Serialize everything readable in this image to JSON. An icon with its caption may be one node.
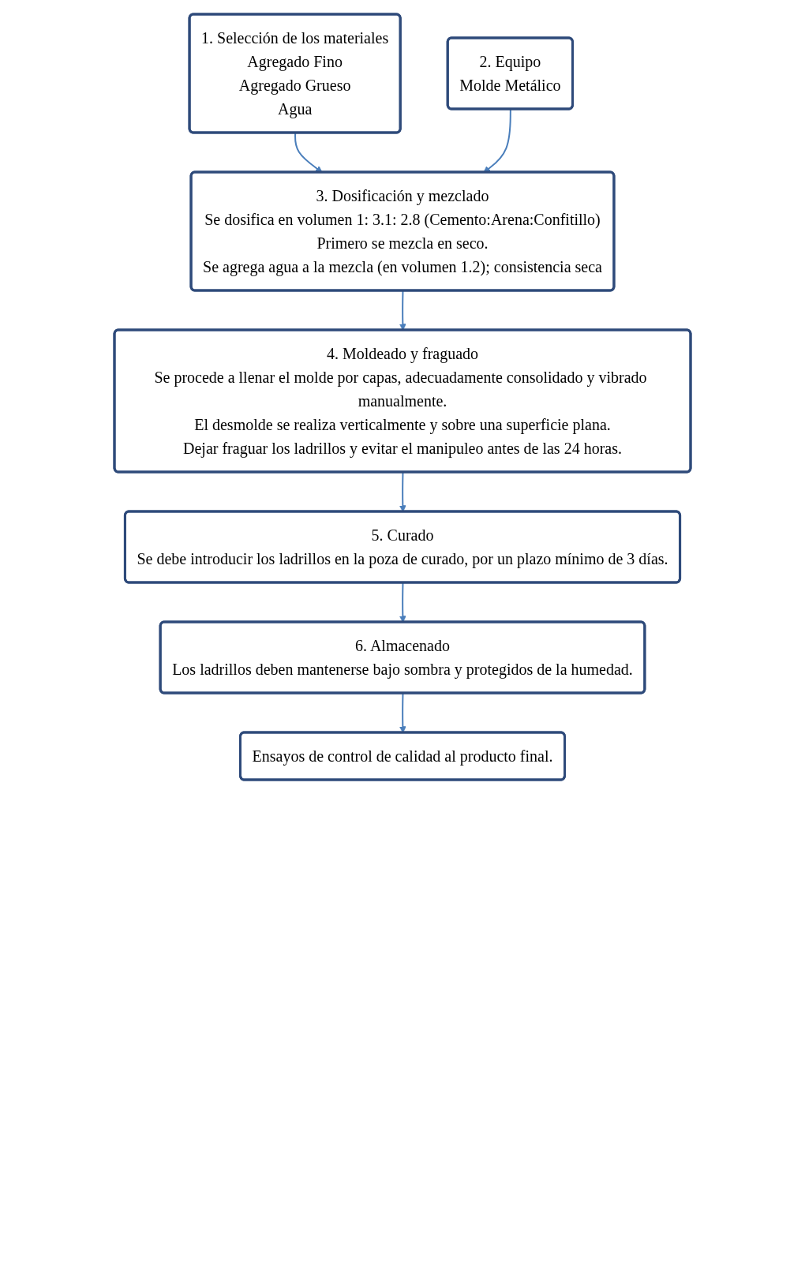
{
  "diagram": {
    "nodes": [
      {
        "text": [
          "1. Selección de los materiales",
          "Agregado Fino",
          "Agregado Grueso",
          "Agua"
        ]
      },
      {
        "text": [
          "2. Equipo",
          "Molde Metálico"
        ]
      },
      {
        "text": [
          "3. Dosificación y mezclado",
          "Se dosifica en volumen 1: 3.1: 2.8 (Cemento:Arena:Confitillo)",
          "Primero se mezcla en seco.",
          "Se agrega agua a la mezcla (en volumen 1.2); consistencia seca"
        ]
      },
      {
        "text": [
          "4. Moldeado y fraguado",
          "Se procede a llenar el molde por capas, adecuadamente consolidado y vibrado manualmente.",
          "El desmolde se realiza verticalmente y sobre una superficie plana.",
          "Dejar fraguar los ladrillos y evitar el manipuleo antes de las 24 horas."
        ]
      },
      {
        "text": [
          "5. Curado",
          "Se debe introducir los ladrillos en la poza de curado, por un plazo mínimo de 3 días."
        ]
      },
      {
        "text": [
          "6. Almacenado",
          "Los ladrillos deben mantenerse bajo sombra y protegidos de la humedad."
        ]
      },
      {
        "text": [
          "Ensayos de control de calidad al producto final."
        ]
      }
    ],
    "edges": [
      {
        "from": 0,
        "to": 2,
        "arrow": "to"
      },
      {
        "from": 1,
        "to": 2,
        "arrow": "to"
      },
      {
        "from": 2,
        "to": 3,
        "arrow": "to"
      },
      {
        "from": 3,
        "to": 4,
        "arrow": "to"
      },
      {
        "from": 4,
        "to": 5,
        "arrow": "to"
      },
      {
        "from": 5,
        "to": 6,
        "arrow": "to"
      }
    ]
  }
}
